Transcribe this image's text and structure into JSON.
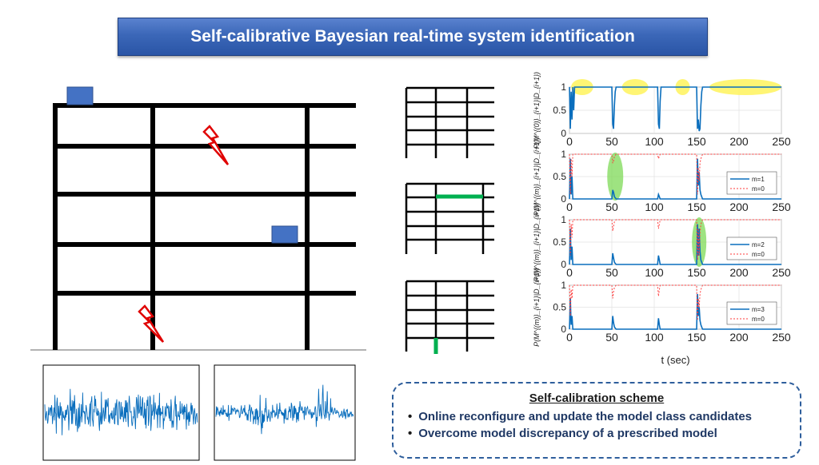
{
  "title": "Self-calibrative Bayesian real-time system identification",
  "callout": {
    "heading": "Self-calibration scheme",
    "items": [
      "Online reconfigure and update the model class candidates",
      "Overcome model discrepancy of a prescribed model"
    ]
  },
  "colors": {
    "title_bg": "#3b67b8",
    "frame": "#000000",
    "mass_block": "#4472c4",
    "lightning": "#e00000",
    "damage_highlight": "#00b050",
    "signal": "#0a6ebd",
    "m0_line": "#ff3b3b",
    "yellow_highlight": "#fff35c",
    "green_highlight": "#7ed957"
  },
  "icons": [
    "lightning-icon",
    "lightning-icon"
  ],
  "chart_data": [
    {
      "type": "line",
      "ylabel": "P(M^{(0)}_{i+1}|D_{i+1})",
      "xlim": [
        0,
        250
      ],
      "ylim": [
        0,
        1
      ],
      "xticks": [
        "0",
        "50",
        "100",
        "150",
        "200",
        "250"
      ],
      "yticks": [
        "0",
        "0.5",
        "1"
      ],
      "series": [
        {
          "x": [
            0,
            1,
            2,
            3,
            4,
            5,
            6,
            8,
            50,
            51,
            52,
            53,
            54,
            55,
            56,
            58,
            104,
            105,
            106,
            107,
            108,
            110,
            150,
            151,
            152,
            153,
            154,
            155,
            156,
            157,
            158,
            160,
            250
          ],
          "y": [
            1,
            0.1,
            0.9,
            0.3,
            1,
            0.5,
            1,
            1,
            1,
            0.2,
            0.1,
            0.6,
            0.9,
            1,
            1,
            1,
            1,
            0.2,
            0.1,
            0.7,
            1,
            1,
            1,
            0.1,
            0.3,
            0.05,
            0.1,
            0.6,
            0.9,
            1,
            1,
            1,
            1
          ]
        }
      ]
    },
    {
      "type": "line",
      "ylabel": "P(M^{(m)}_{i+1}|D_{i+1})",
      "xlim": [
        0,
        250
      ],
      "ylim": [
        0,
        1
      ],
      "xticks": [
        "0",
        "50",
        "100",
        "150",
        "200",
        "250"
      ],
      "yticks": [
        "0",
        "0.5",
        "1"
      ],
      "series": [
        {
          "name": "m=1",
          "x": [
            0,
            1,
            2,
            3,
            4,
            6,
            10,
            50,
            51,
            52,
            53,
            55,
            60,
            104,
            105,
            106,
            107,
            110,
            150,
            151,
            152,
            153,
            154,
            155,
            157,
            160,
            250
          ],
          "y": [
            0,
            0.9,
            0.1,
            0.5,
            0,
            0,
            0,
            0,
            0.2,
            0.15,
            0.05,
            0,
            0,
            0,
            0.1,
            0.05,
            0,
            0,
            0,
            0.9,
            0.3,
            0.6,
            0.2,
            0.1,
            0,
            0,
            0
          ]
        },
        {
          "name": "m=0",
          "x": [
            0,
            1,
            2,
            3,
            4,
            6,
            10,
            50,
            51,
            52,
            53,
            55,
            60,
            104,
            105,
            106,
            107,
            110,
            150,
            151,
            152,
            153,
            154,
            155,
            157,
            160,
            250
          ],
          "y": [
            1,
            0.1,
            0.9,
            0.5,
            1,
            1,
            1,
            1,
            0.8,
            0.85,
            0.95,
            1,
            1,
            1,
            0.9,
            0.95,
            1,
            1,
            1,
            0.1,
            0.7,
            0.4,
            0.8,
            0.9,
            1,
            1,
            1
          ]
        }
      ]
    },
    {
      "type": "line",
      "ylabel": "P(M^{(m)}_{i+1}|D_{i+1})",
      "xlim": [
        0,
        250
      ],
      "ylim": [
        0,
        1
      ],
      "xticks": [
        "0",
        "50",
        "100",
        "150",
        "200",
        "250"
      ],
      "yticks": [
        "0",
        "0.5",
        "1"
      ],
      "series": [
        {
          "name": "m=2",
          "x": [
            0,
            1,
            2,
            3,
            4,
            6,
            10,
            50,
            51,
            52,
            53,
            55,
            60,
            104,
            105,
            106,
            107,
            110,
            150,
            151,
            152,
            153,
            154,
            155,
            157,
            160,
            250
          ],
          "y": [
            0,
            0.8,
            0.1,
            0.4,
            0,
            0,
            0,
            0,
            0.25,
            0.15,
            0.05,
            0,
            0,
            0,
            0.2,
            0.1,
            0,
            0,
            0,
            0.9,
            0.2,
            0.8,
            0.3,
            0.1,
            0,
            0,
            0
          ]
        },
        {
          "name": "m=0",
          "x": [
            0,
            1,
            2,
            3,
            4,
            6,
            10,
            50,
            51,
            52,
            53,
            55,
            60,
            104,
            105,
            106,
            107,
            110,
            150,
            151,
            152,
            153,
            154,
            155,
            157,
            160,
            250
          ],
          "y": [
            1,
            0.2,
            0.9,
            0.6,
            1,
            1,
            1,
            1,
            0.75,
            0.85,
            0.95,
            1,
            1,
            1,
            0.8,
            0.9,
            1,
            1,
            1,
            0.1,
            0.8,
            0.2,
            0.7,
            0.9,
            1,
            1,
            1
          ]
        }
      ]
    },
    {
      "type": "line",
      "xlabel": "t (sec)",
      "ylabel": "P(M^{(m)}_{i+1}|D_{i+1})",
      "xlim": [
        0,
        250
      ],
      "ylim": [
        0,
        1
      ],
      "xticks": [
        "0",
        "50",
        "100",
        "150",
        "200",
        "250"
      ],
      "yticks": [
        "0",
        "0.5",
        "1"
      ],
      "series": [
        {
          "name": "m=3",
          "x": [
            0,
            1,
            2,
            3,
            4,
            6,
            10,
            50,
            51,
            52,
            53,
            55,
            60,
            104,
            105,
            106,
            107,
            110,
            150,
            151,
            152,
            153,
            154,
            155,
            157,
            160,
            250
          ],
          "y": [
            0,
            0.7,
            0.1,
            0.3,
            0,
            0,
            0,
            0,
            0.3,
            0.15,
            0.05,
            0,
            0,
            0,
            0.25,
            0.1,
            0,
            0,
            0,
            0.8,
            0.3,
            0.5,
            0.2,
            0.1,
            0,
            0,
            0
          ]
        },
        {
          "name": "m=0",
          "x": [
            0,
            1,
            2,
            3,
            4,
            6,
            10,
            50,
            51,
            52,
            53,
            55,
            60,
            104,
            105,
            106,
            107,
            110,
            150,
            151,
            152,
            153,
            154,
            155,
            157,
            160,
            250
          ],
          "y": [
            1,
            0.3,
            0.9,
            0.7,
            1,
            1,
            1,
            1,
            0.7,
            0.85,
            0.95,
            1,
            1,
            1,
            0.75,
            0.9,
            1,
            1,
            1,
            0.2,
            0.7,
            0.5,
            0.8,
            0.9,
            1,
            1,
            1
          ]
        }
      ]
    }
  ]
}
